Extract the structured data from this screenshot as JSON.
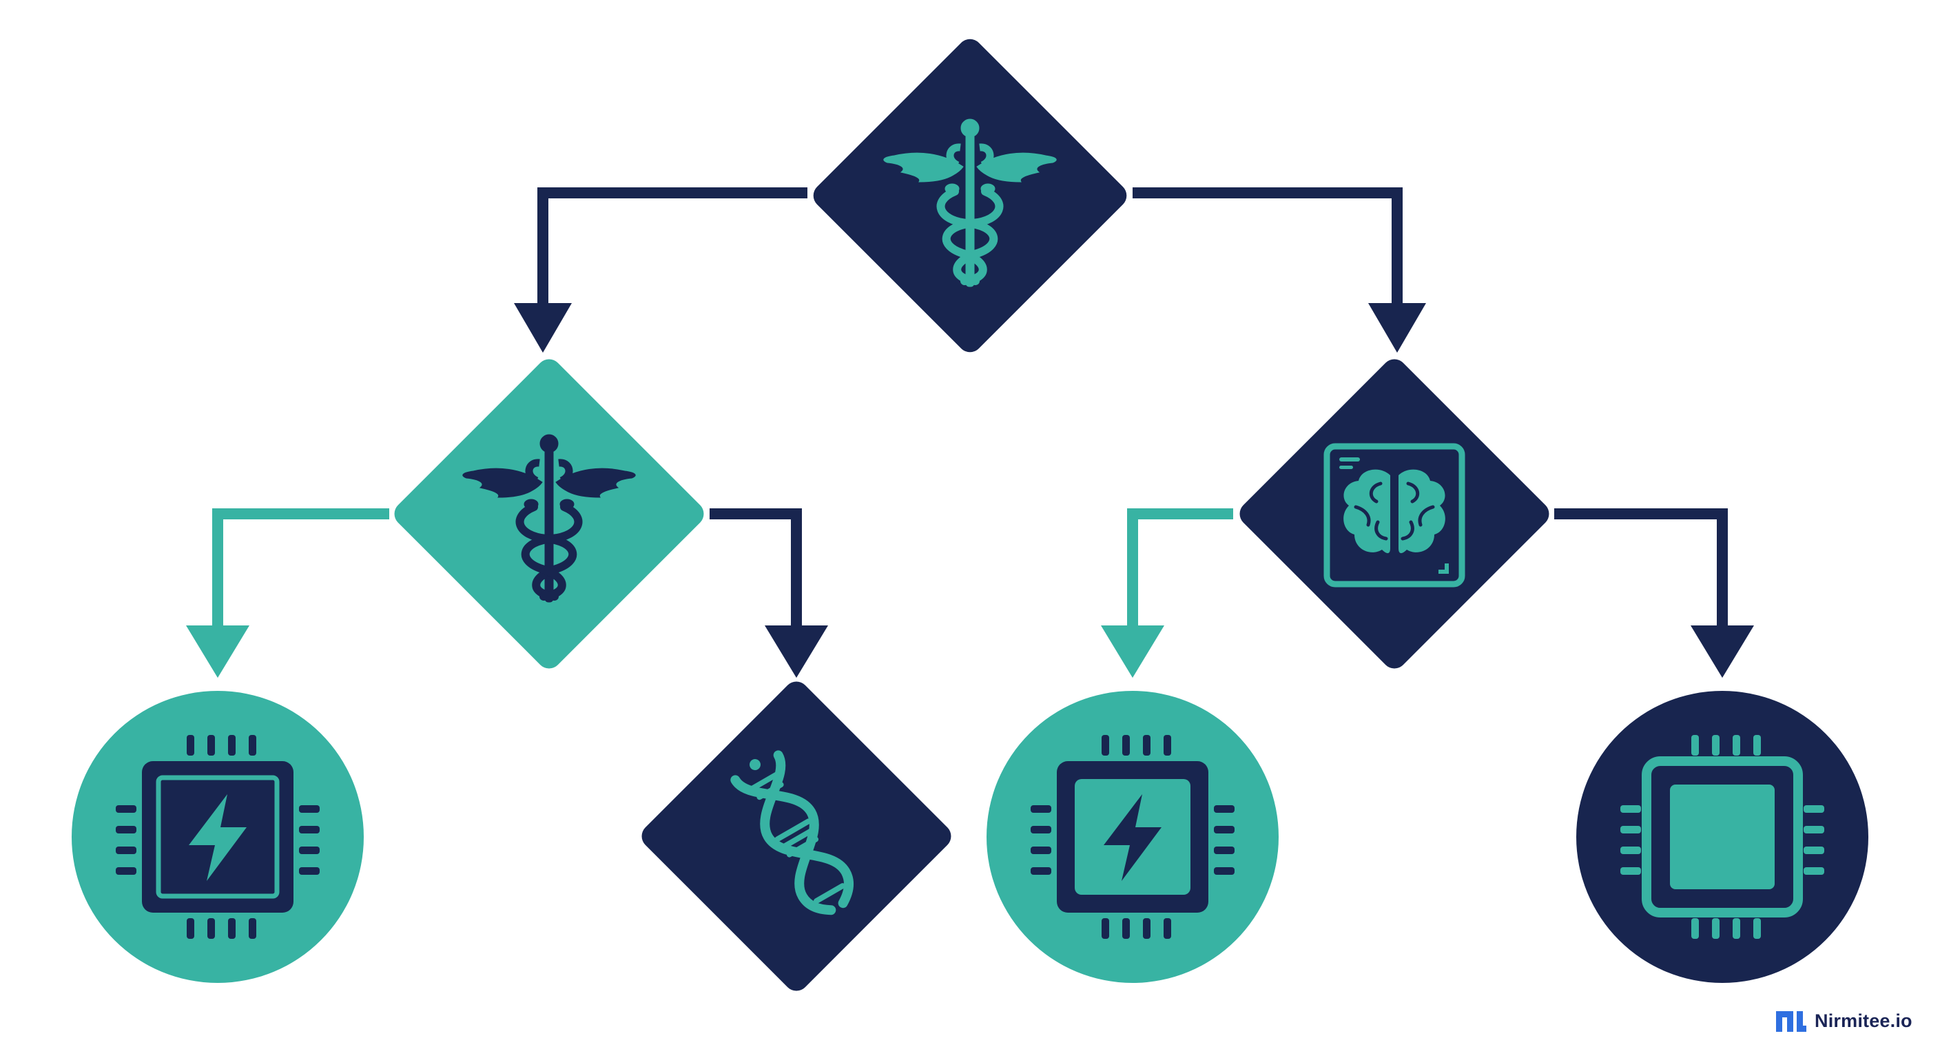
{
  "colors": {
    "navy": "#18254f",
    "teal": "#38b3a3",
    "background": "#ffffff",
    "brand_blue": "#2f6fe0"
  },
  "nodes": [
    {
      "id": "root",
      "shape": "diamond",
      "fill": "navy",
      "icon": "caduceus-icon"
    },
    {
      "id": "left-decision",
      "shape": "diamond",
      "fill": "teal",
      "icon": "caduceus-icon"
    },
    {
      "id": "right-decision",
      "shape": "diamond",
      "fill": "navy",
      "icon": "brain-scan-icon"
    },
    {
      "id": "dna-decision",
      "shape": "diamond",
      "fill": "navy",
      "icon": "dna-icon"
    },
    {
      "id": "leaf-1",
      "shape": "circle",
      "fill": "teal",
      "icon": "processor-lightning-icon"
    },
    {
      "id": "leaf-2",
      "shape": "circle",
      "fill": "teal",
      "icon": "processor-lightning-icon"
    },
    {
      "id": "leaf-3",
      "shape": "circle",
      "fill": "navy",
      "icon": "processor-icon"
    }
  ],
  "edges": [
    {
      "from": "root",
      "to": "left-decision",
      "color": "navy"
    },
    {
      "from": "root",
      "to": "right-decision",
      "color": "navy"
    },
    {
      "from": "left-decision",
      "to": "leaf-1",
      "color": "teal"
    },
    {
      "from": "left-decision",
      "to": "dna-decision",
      "color": "navy"
    },
    {
      "from": "right-decision",
      "to": "leaf-2",
      "color": "teal"
    },
    {
      "from": "right-decision",
      "to": "leaf-3",
      "color": "navy"
    }
  ],
  "brand": {
    "name": "Nirmitee.io",
    "logo_icon": "nirmitee-logo-icon"
  }
}
